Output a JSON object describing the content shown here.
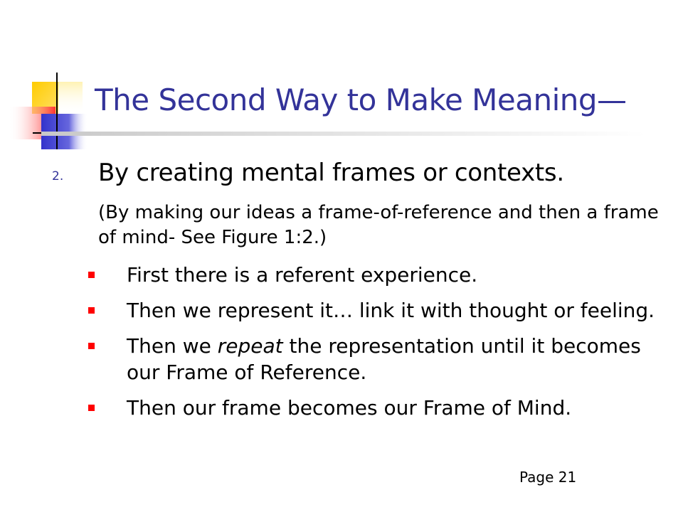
{
  "slide": {
    "title": "The Second Way to Make Meaning—",
    "item_number": "2.",
    "main_point": "By creating mental frames or contexts.",
    "sub_note": "(By making our ideas a frame-of-reference and then a frame of mind- See Figure 1:2.)",
    "bullets": [
      {
        "text": "First there is a referent experience."
      },
      {
        "text": "Then we represent it… link it with thought or feeling."
      },
      {
        "before": "Then we ",
        "emphasis": "repeat",
        "after": " the representation until it becomes our Frame of Reference."
      },
      {
        "text": "Then our frame becomes our Frame of Mind."
      }
    ],
    "page_number": "Page 21"
  },
  "colors": {
    "title": "#333399",
    "bullet": "#ff0000",
    "deco_yellow": "#ffcc00",
    "deco_blue": "#3333cc",
    "deco_red": "#ff3333"
  }
}
